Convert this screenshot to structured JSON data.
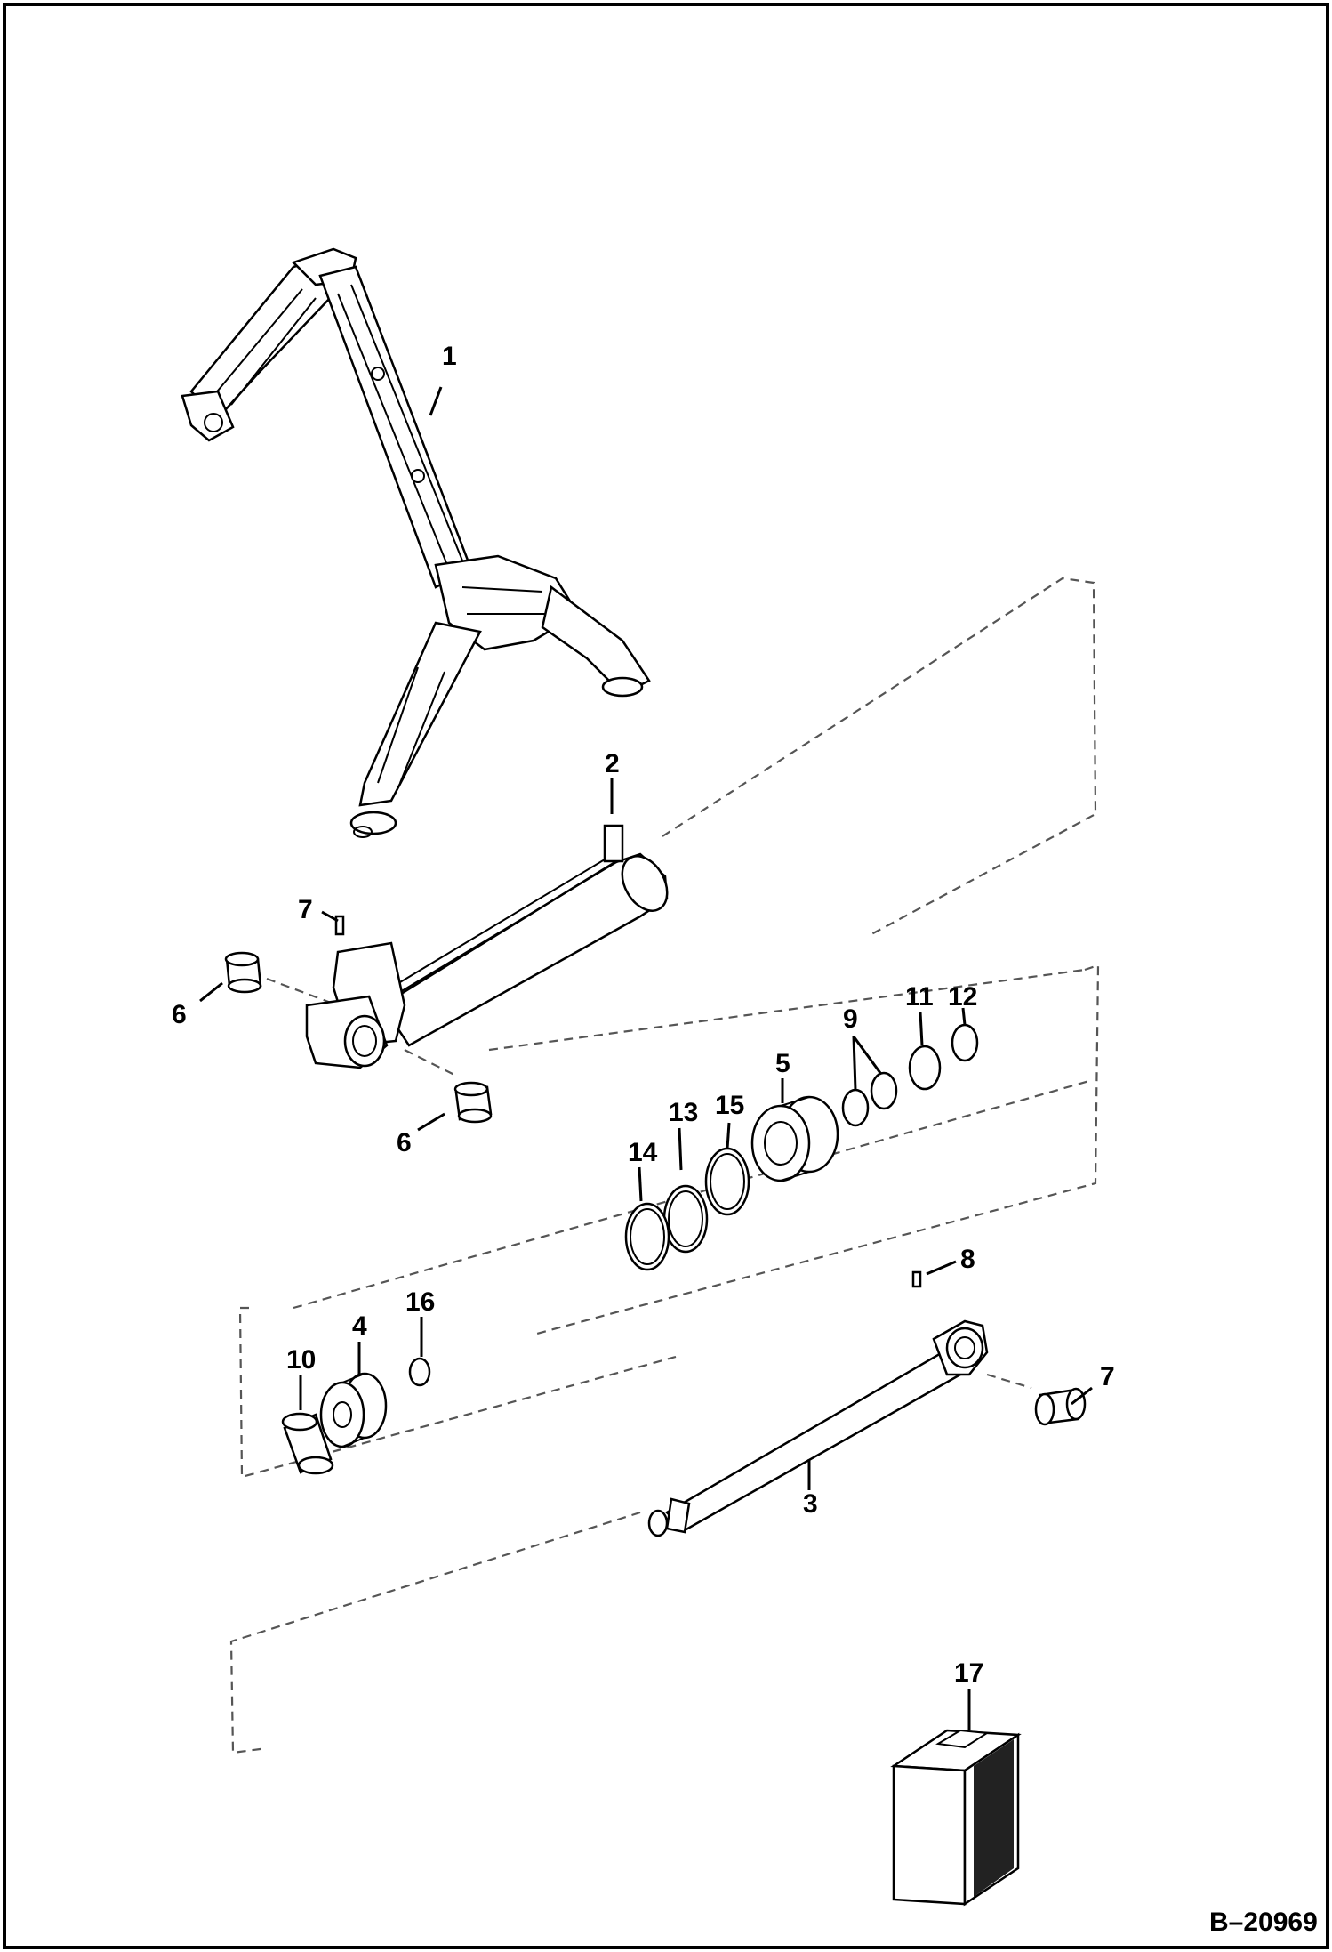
{
  "document_id": "B–20969",
  "callouts": [
    {
      "id": "1",
      "label": "1"
    },
    {
      "id": "2",
      "label": "2"
    },
    {
      "id": "3",
      "label": "3"
    },
    {
      "id": "4",
      "label": "4"
    },
    {
      "id": "5",
      "label": "5"
    },
    {
      "id": "6a",
      "label": "6"
    },
    {
      "id": "6b",
      "label": "6"
    },
    {
      "id": "7a",
      "label": "7"
    },
    {
      "id": "7b",
      "label": "7"
    },
    {
      "id": "8",
      "label": "8"
    },
    {
      "id": "9",
      "label": "9"
    },
    {
      "id": "10",
      "label": "10"
    },
    {
      "id": "11",
      "label": "11"
    },
    {
      "id": "12",
      "label": "12"
    },
    {
      "id": "13",
      "label": "13"
    },
    {
      "id": "14",
      "label": "14"
    },
    {
      "id": "15",
      "label": "15"
    },
    {
      "id": "16",
      "label": "16"
    },
    {
      "id": "17",
      "label": "17"
    }
  ]
}
